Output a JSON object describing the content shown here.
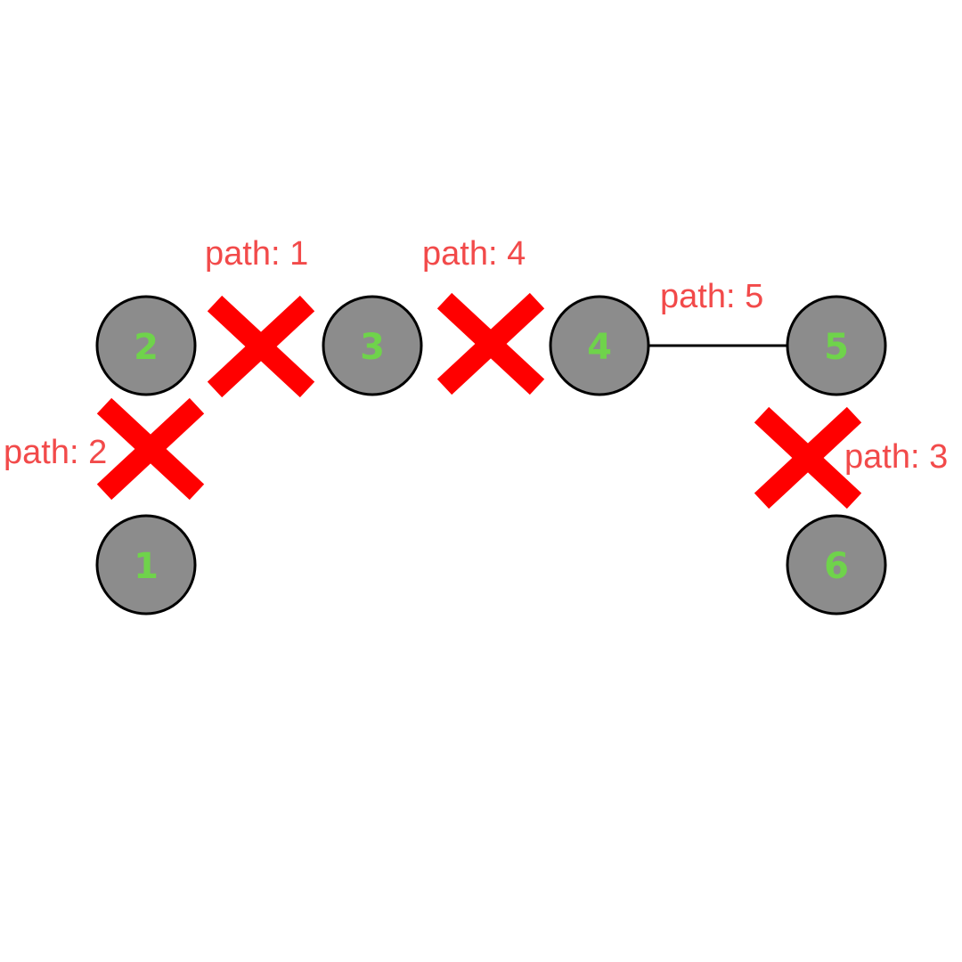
{
  "colors": {
    "node_fill": "#8c8c8c",
    "node_stroke": "#000000",
    "node_label": "#6fd34b",
    "cross": "#ff0000",
    "path_label": "#f24a4a",
    "edge": "#000000"
  },
  "nodes": [
    {
      "id": "1",
      "label": "1"
    },
    {
      "id": "2",
      "label": "2"
    },
    {
      "id": "3",
      "label": "3"
    },
    {
      "id": "4",
      "label": "4"
    },
    {
      "id": "5",
      "label": "5"
    },
    {
      "id": "6",
      "label": "6"
    }
  ],
  "links": [
    {
      "from": "1",
      "to": "2",
      "label": "path: 2",
      "status": "blocked"
    },
    {
      "from": "2",
      "to": "3",
      "label": "path: 1",
      "status": "blocked"
    },
    {
      "from": "3",
      "to": "4",
      "label": "path: 4",
      "status": "blocked"
    },
    {
      "from": "4",
      "to": "5",
      "label": "path: 5",
      "status": "connected"
    },
    {
      "from": "5",
      "to": "6",
      "label": "path: 3",
      "status": "blocked"
    }
  ]
}
